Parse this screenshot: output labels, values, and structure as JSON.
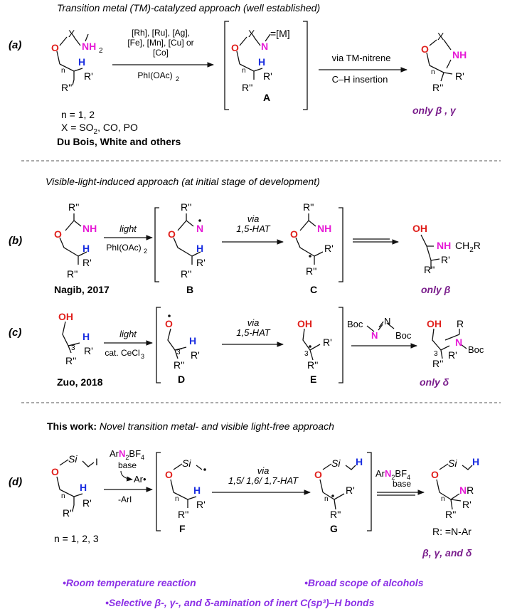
{
  "section_a": {
    "heading": "Transition metal (TM)-catalyzed approach (well established)",
    "label": "(a)",
    "start_X": "X",
    "start_NH2": "NH",
    "start_sub2": "2",
    "start_O": "O",
    "start_H": "H",
    "start_Rp": "R'",
    "start_Rpp": "R''",
    "start_n": "n",
    "reagent_line1": "[Rh], [Ru], [Ag],",
    "reagent_line2": "[Fe], [Mn], [Cu] or",
    "reagent_line3": "[Co]",
    "reagent_line4": "PhI(OAc)",
    "reagent_line4_sub": "2",
    "int_X": "X",
    "int_N": "N",
    "int_M": "=[M]",
    "int_O": "O",
    "int_H": "H",
    "int_Rp": "R'",
    "int_Rpp": "R''",
    "int_n": "n",
    "int_label": "A",
    "arrow2_line1": "via TM-nitrene",
    "arrow2_line2": "C–H insertion",
    "prod_X": "X",
    "prod_NH": "NH",
    "prod_O": "O",
    "prod_Rp": "R'",
    "prod_Rpp": "R''",
    "prod_n": "n",
    "note1": "n = 1, 2",
    "note2_pre": "X = SO",
    "note2_sub": "2",
    "note2_post": ", CO, PO",
    "note3": "Du Bois, White and others",
    "result": "only β , γ"
  },
  "section_b": {
    "heading": "Visible-light-induced approach (at initial stage of development)",
    "label": "(b)",
    "start_Rpp_top": "R''",
    "start_NH": "NH",
    "start_O": "O",
    "start_H": "H",
    "start_Rp": "R'",
    "start_Rpp": "R''",
    "arrow1_top": "light",
    "arrow1_bottom": "PhI(OAc)",
    "arrow1_bottom_sub": "2",
    "int_B_Rpp_top": "R''",
    "int_B_N": "N",
    "int_B_O": "O",
    "int_B_H": "H",
    "int_B_Rp": "R'",
    "int_B_Rpp": "R''",
    "int_B_label": "B",
    "arrow2_line1": "via",
    "arrow2_line2": "1,5-HAT",
    "int_C_Rpp_top": "R''",
    "int_C_NH": "NH",
    "int_C_O": "O",
    "int_C_Rp": "R'",
    "int_C_Rpp": "R''",
    "int_C_label": "C",
    "prod_OH": "OH",
    "prod_NH": "NH",
    "prod_CH2R": "CH2R",
    "prod_Rp": "R'",
    "prod_Rpp": "R''",
    "author": "Nagib, 2017",
    "result": "only β"
  },
  "section_c": {
    "label": "(c)",
    "start_OH": "OH",
    "start_H": "H",
    "start_3": "3",
    "start_Rp": "R'",
    "start_Rpp": "R''",
    "arrow1_top": "light",
    "arrow1_bottom": "cat. CeCl",
    "arrow1_bottom_sub": "3",
    "int_D_O": "O",
    "int_D_H": "H",
    "int_D_3": "3",
    "int_D_Rp": "R'",
    "int_D_Rpp": "R''",
    "int_D_label": "D",
    "arrow2_line1": "via",
    "arrow2_line2": "1,5-HAT",
    "int_E_OH": "OH",
    "int_E_3": "3",
    "int_E_Rp": "R'",
    "int_E_Rpp": "R''",
    "int_E_label": "E",
    "reagent_boc1": "Boc",
    "reagent_N1": "N",
    "reagent_N2": "N",
    "reagent_boc2": "Boc",
    "prod_OH": "OH",
    "prod_R": "R",
    "prod_N": "N",
    "prod_Boc": "Boc",
    "prod_3": "3",
    "prod_Rp": "R'",
    "prod_Rpp": "R''",
    "author": "Zuo, 2018",
    "result": "only δ"
  },
  "section_d": {
    "heading_bold": "This work:",
    "heading_rest": " Novel transition metal- and visible light-free approach",
    "label": "(d)",
    "start_Si": "Si",
    "start_I": "I",
    "start_O": "O",
    "start_H": "H",
    "start_Rp": "R'",
    "start_Rpp": "R''",
    "start_n": "n",
    "reag_Ar": "Ar",
    "reag_N2": "N",
    "reag_N2sub": "2",
    "reag_BF4": "BF",
    "reag_BF4sub": "4",
    "reag_base": "base",
    "reag_Ar_rad": "Ar•",
    "reag_ArI": "-ArI",
    "int_F_Si": "Si",
    "int_F_O": "O",
    "int_F_H": "H",
    "int_F_Rp": "R'",
    "int_F_Rpp": "R''",
    "int_F_n": "n",
    "int_F_label": "F",
    "arrow2_line1": "via",
    "arrow2_line2": "1,5/ 1,6/ 1,7-HAT",
    "int_G_Si": "Si",
    "int_G_H": "H",
    "int_G_O": "O",
    "int_G_Rp": "R'",
    "int_G_Rpp": "R''",
    "int_G_n": "n",
    "int_G_label": "G",
    "arrow3_top_Ar": "Ar",
    "arrow3_top_N": "N",
    "arrow3_top_2": "2",
    "arrow3_top_BF": "BF",
    "arrow3_top_4": "4",
    "arrow3_bottom": "base",
    "prod_Si": "Si",
    "prod_H": "H",
    "prod_O": "O",
    "prod_NR": "NR",
    "prod_Rp": "R'",
    "prod_Rpp": "R''",
    "prod_n": "n",
    "note_n": "n = 1, 2, 3",
    "note_R": "R: =N-Ar",
    "result": "β, γ, and δ"
  },
  "features": {
    "f1": "•Room temperature reaction",
    "f2": "•Broad scope of alcohols",
    "f3": "•Selective β-, γ-, and δ-amination of inert C(sp³)–H bonds"
  },
  "colors": {
    "oxygen": "#e0201c",
    "nitrogen": "#e61ad6",
    "hydrogen": "#1a2ee0",
    "result": "#7a1e8c",
    "features": "#8b2fe6"
  }
}
